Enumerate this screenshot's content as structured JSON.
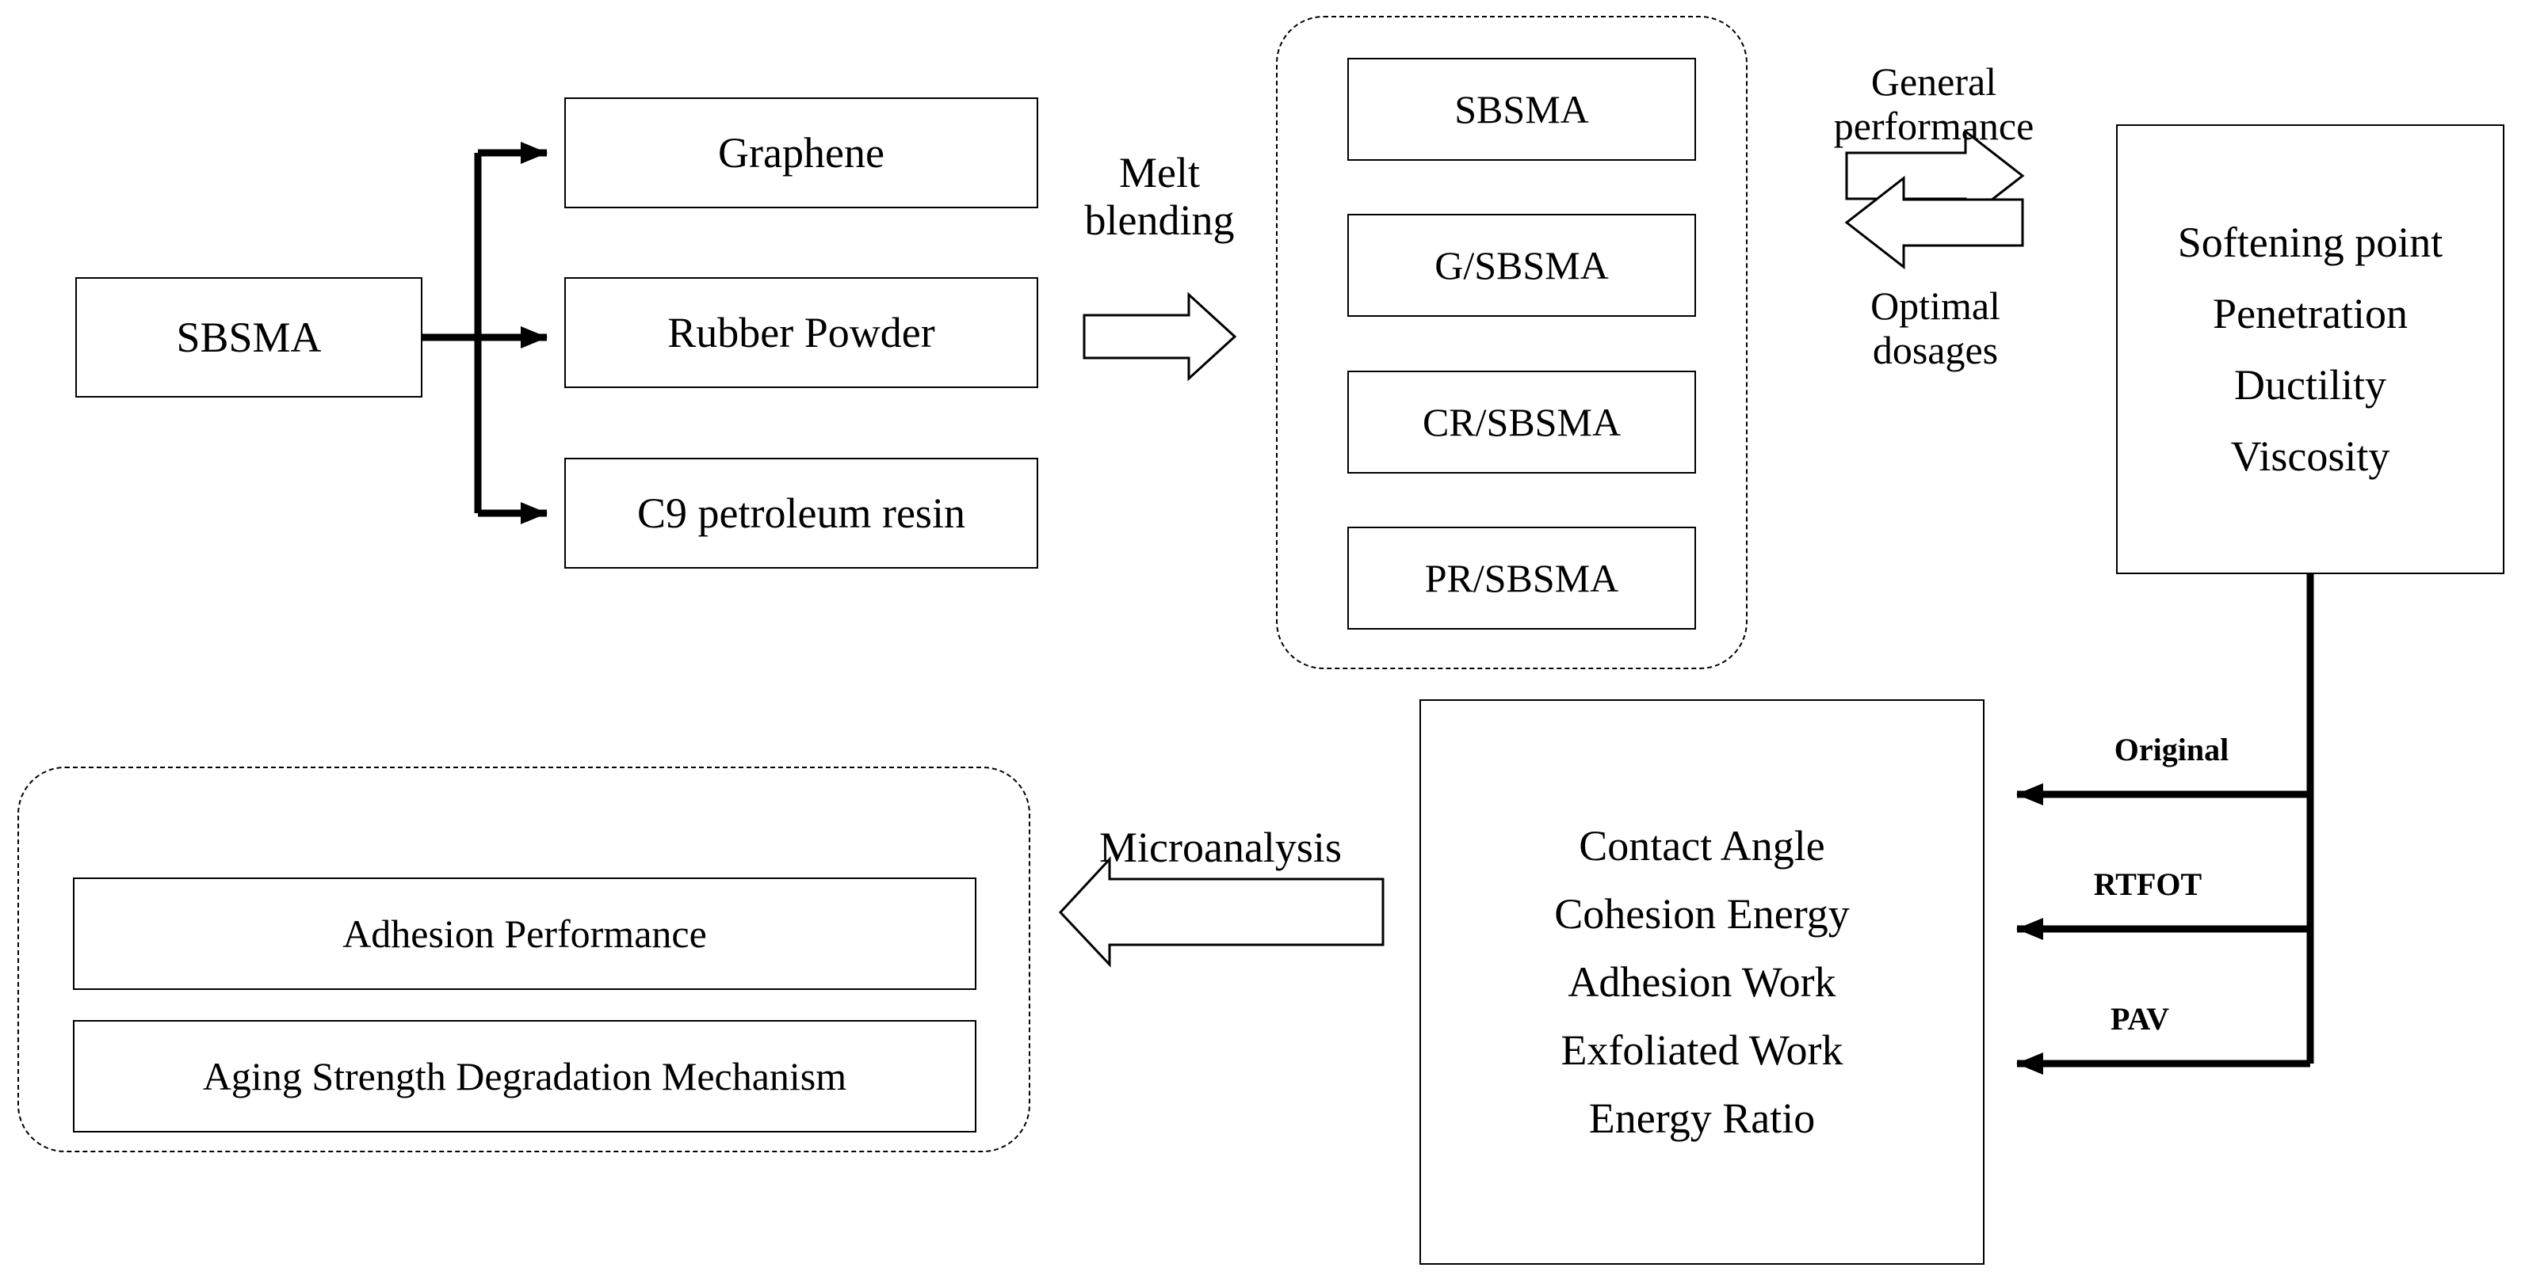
{
  "diagram": {
    "title": "SBSMA modified asphalt research flowchart",
    "stroke_color": "#000000",
    "background_color": "#ffffff"
  },
  "source": {
    "label": "SBSMA"
  },
  "modifiers": [
    {
      "label": "Graphene"
    },
    {
      "label": "Rubber Powder"
    },
    {
      "label": "C9 petroleum resin"
    }
  ],
  "process_labels": {
    "melt_blending": "Melt\nblending",
    "general_performance": "General\nperformance",
    "optimal_dosages": "Optimal\ndosages",
    "microanalysis": "Microanalysis"
  },
  "blends_group": {
    "items": [
      {
        "label": "SBSMA"
      },
      {
        "label": "G/SBSMA"
      },
      {
        "label": "CR/SBSMA"
      },
      {
        "label": "PR/SBSMA"
      }
    ]
  },
  "properties_panel": {
    "items": [
      "Softening point",
      "Penetration",
      "Ductility",
      "Viscosity"
    ]
  },
  "analysis_panel": {
    "items": [
      "Contact Angle",
      "Cohesion Energy",
      "Adhesion Work",
      "Exfoliated Work",
      "Energy Ratio"
    ]
  },
  "aging_arrows": [
    {
      "label": "Original"
    },
    {
      "label": "RTFOT"
    },
    {
      "label": "PAV"
    }
  ],
  "outcomes_group": {
    "items": [
      {
        "label": "Adhesion Performance"
      },
      {
        "label": "Aging Strength Degradation Mechanism"
      }
    ]
  }
}
